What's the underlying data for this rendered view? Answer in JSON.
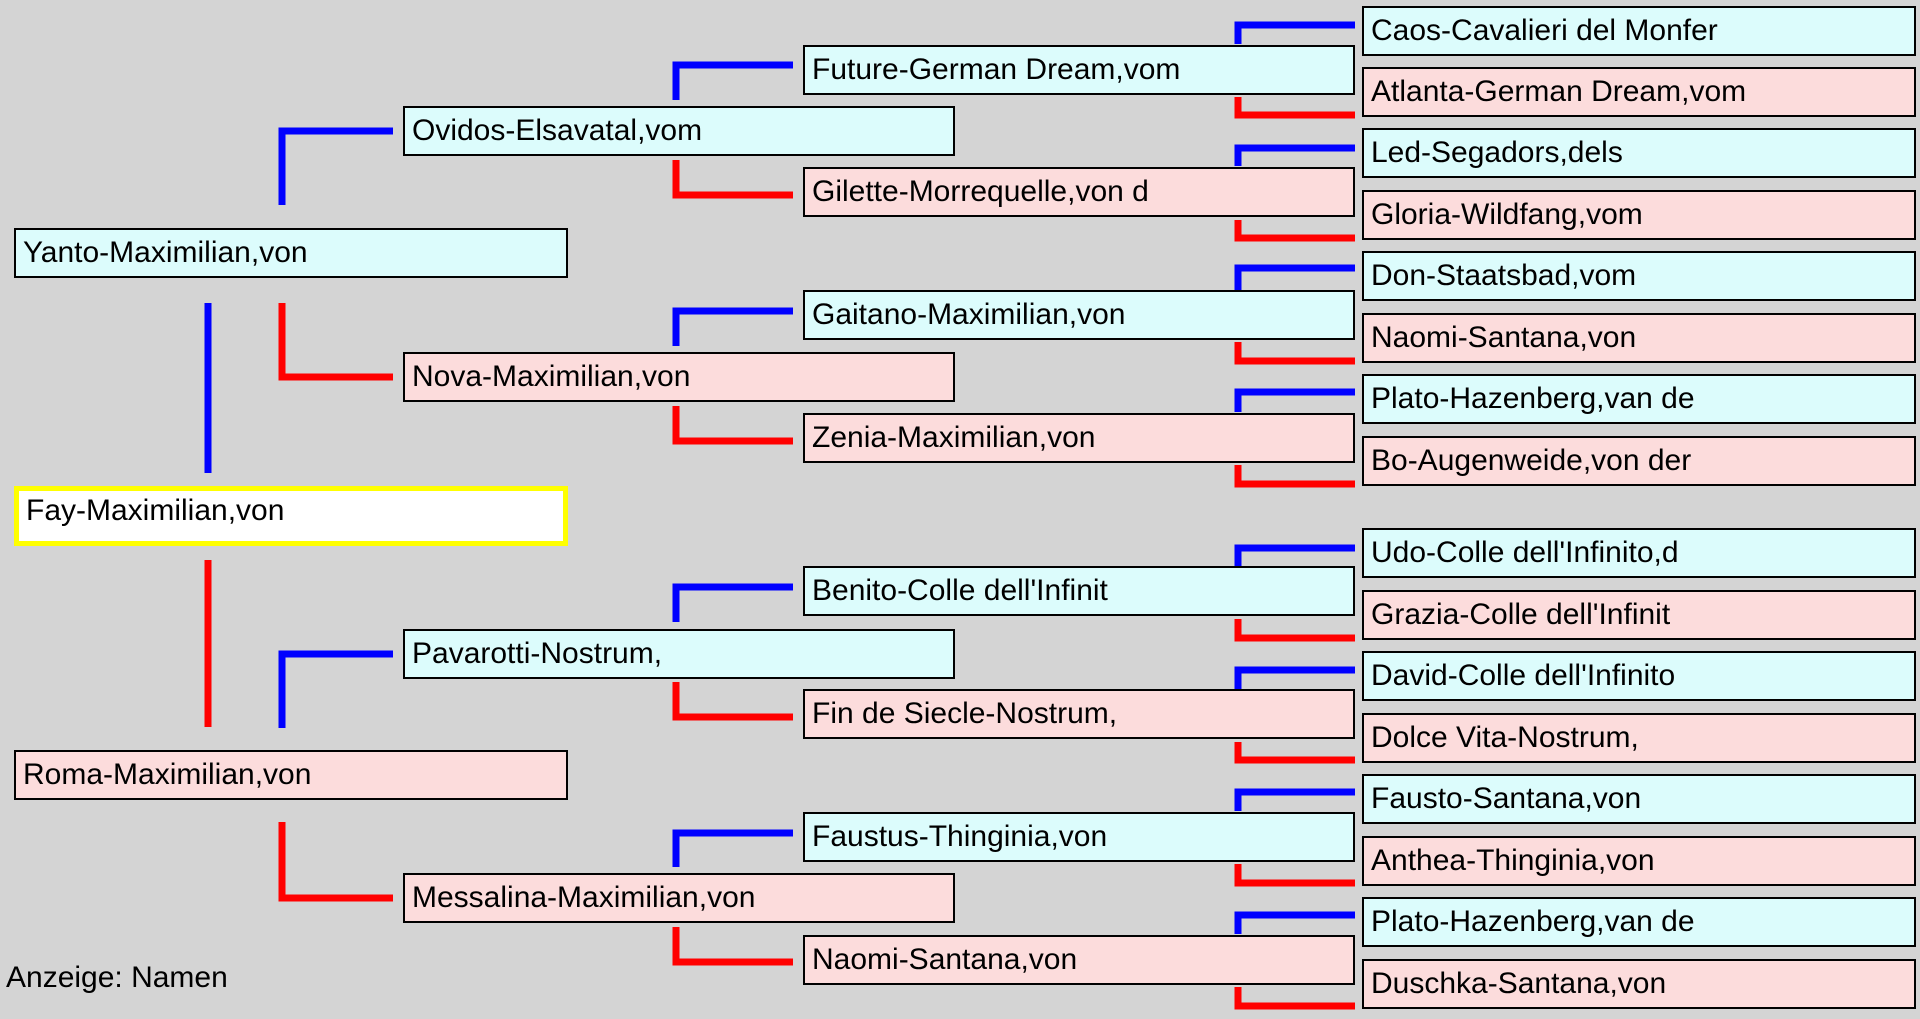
{
  "colors": {
    "male_line": "#0000ff",
    "female_line": "#ff0000",
    "male_box": "#dcfcfc",
    "female_box": "#fcdcdc",
    "subject_border": "#ffff00"
  },
  "subject": "Fay-Maximilian,von",
  "parents": {
    "sire": "Yanto-Maximilian,von",
    "dam": "Roma-Maximilian,von"
  },
  "grandparents": [
    "Ovidos-Elsavatal,vom",
    "Nova-Maximilian,von",
    "Pavarotti-Nostrum,",
    "Messalina-Maximilian,von"
  ],
  "great_grandparents": [
    "Future-German Dream,vom",
    "Gilette-Morrequelle,von d",
    "Gaitano-Maximilian,von",
    "Zenia-Maximilian,von",
    "Benito-Colle dell'Infinit",
    "Fin de Siecle-Nostrum,",
    "Faustus-Thinginia,von",
    "Naomi-Santana,von"
  ],
  "great_great_grandparents": [
    "Caos-Cavalieri del Monfer",
    "Atlanta-German Dream,vom",
    "Led-Segadors,dels",
    "Gloria-Wildfang,vom",
    "Don-Staatsbad,vom",
    "Naomi-Santana,von",
    "Plato-Hazenberg,van de",
    "Bo-Augenweide,von der",
    "Udo-Colle dell'Infinito,d",
    "Grazia-Colle dell'Infinit",
    "David-Colle dell'Infinito",
    "Dolce Vita-Nostrum,",
    "Fausto-Santana,von",
    "Anthea-Thinginia,von",
    "Plato-Hazenberg,van de",
    "Duschka-Santana,von"
  ],
  "footer": "Anzeige: Namen"
}
